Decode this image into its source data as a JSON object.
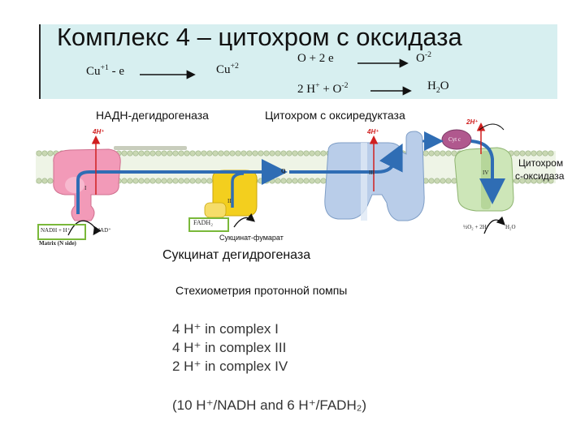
{
  "title": "Комплекс 4 – цитохром с оксидаза",
  "equations": {
    "cu_left": "Cu",
    "cu_left_sup": "+1",
    "cu_left_tail": " - e",
    "cu_right": "Cu",
    "cu_right_sup": "+2",
    "o_left": "O + 2 e",
    "o_right": "O",
    "o_right_sup": "-2",
    "h_left_a": "2 H",
    "h_left_sup1": "+",
    "h_left_b": " + O",
    "h_left_sup2": "-2",
    "water": "H",
    "water_sub": "2",
    "water_tail": "O"
  },
  "labels": {
    "nadh_dehydrogenase": "НАДН-дегидрогеназа",
    "cytochrome_c_oxidoreductase": "Цитохром с оксиредуктаза",
    "cytochrome_c_oxidase_1": "Цитохром",
    "cytochrome_c_oxidase_2": "с-оксидаза",
    "succinate_fumarate": "Сукцинат-фумарат",
    "succinate_dehydrogenase": "Сукцинат дегидрогеназа",
    "stoichiometry_heading": "Стехиометрия протонной помпы"
  },
  "diagram_text": {
    "h_4a": "4H⁺",
    "h_4b": "4H⁺",
    "h_2": "2H⁺",
    "fadh2": "FADH₂",
    "nadh": "NADH + H⁺",
    "nad": "NAD⁺",
    "matrix": "Matrix (N side)",
    "q": "Q",
    "c_i": "I",
    "c_ii": "II",
    "c_iii": "III",
    "c_iv": "IV",
    "cyt_c": "Cyt c",
    "o2": "½O₂ + 2H⁺",
    "h2o": "H₂O"
  },
  "stoichiometry": [
    "4 H⁺ in complex I",
    "4 H⁺ in complex III",
    "2 H⁺ in complex IV"
  ],
  "summary": "(10 H⁺/NADH and 6 H⁺/FADH₂)",
  "colors": {
    "header_bg": "#d7eff0",
    "complex_i": "#f29ab8",
    "complex_ii": "#f3cf1e",
    "complex_iii": "#b9cde9",
    "complex_iv": "#cde6b8",
    "cytochrome_c": "#b0588e",
    "arrow": "#2f6db4",
    "proton_label": "#d02020",
    "box_outline": "#7ab83a"
  }
}
